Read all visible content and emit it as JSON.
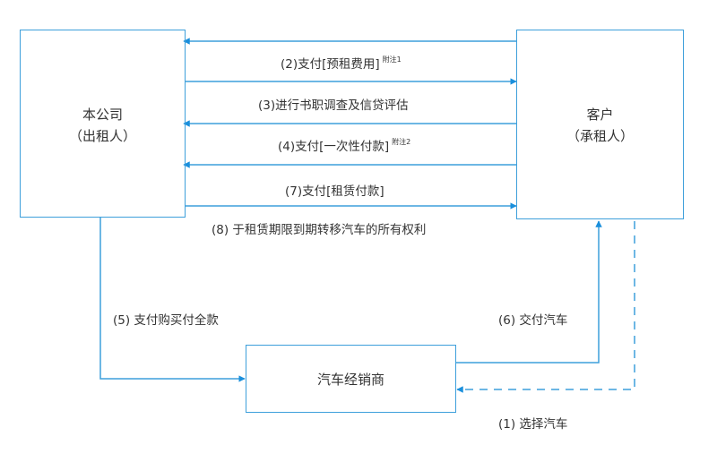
{
  "nodes": {
    "company": {
      "line1": "本公司",
      "line2": "（出租人）"
    },
    "customer": {
      "line1": "客户",
      "line2": "（承租人）"
    },
    "dealer": {
      "label": "汽车经销商"
    }
  },
  "flows": {
    "f2": {
      "text": "(2)支付[预租费用]",
      "note": "附注1"
    },
    "f3": {
      "text": "(3)进行书职调查及信贷评估"
    },
    "f4": {
      "text": "(4)支付[一次性付款]",
      "note": "附注2"
    },
    "f7": {
      "text": "(7)支付[租赁付款]"
    },
    "f8": {
      "text": "(8) 于租赁期限到期转移汽车的所有权利"
    },
    "f5": {
      "text": "(5) 支付购买付全款"
    },
    "f6": {
      "text": "(6) 交付汽车"
    },
    "f1": {
      "text": "(1) 选择汽车"
    }
  },
  "colors": {
    "line": "#3d9fdb",
    "arrow": "#1a8fdc",
    "text": "#333333"
  }
}
